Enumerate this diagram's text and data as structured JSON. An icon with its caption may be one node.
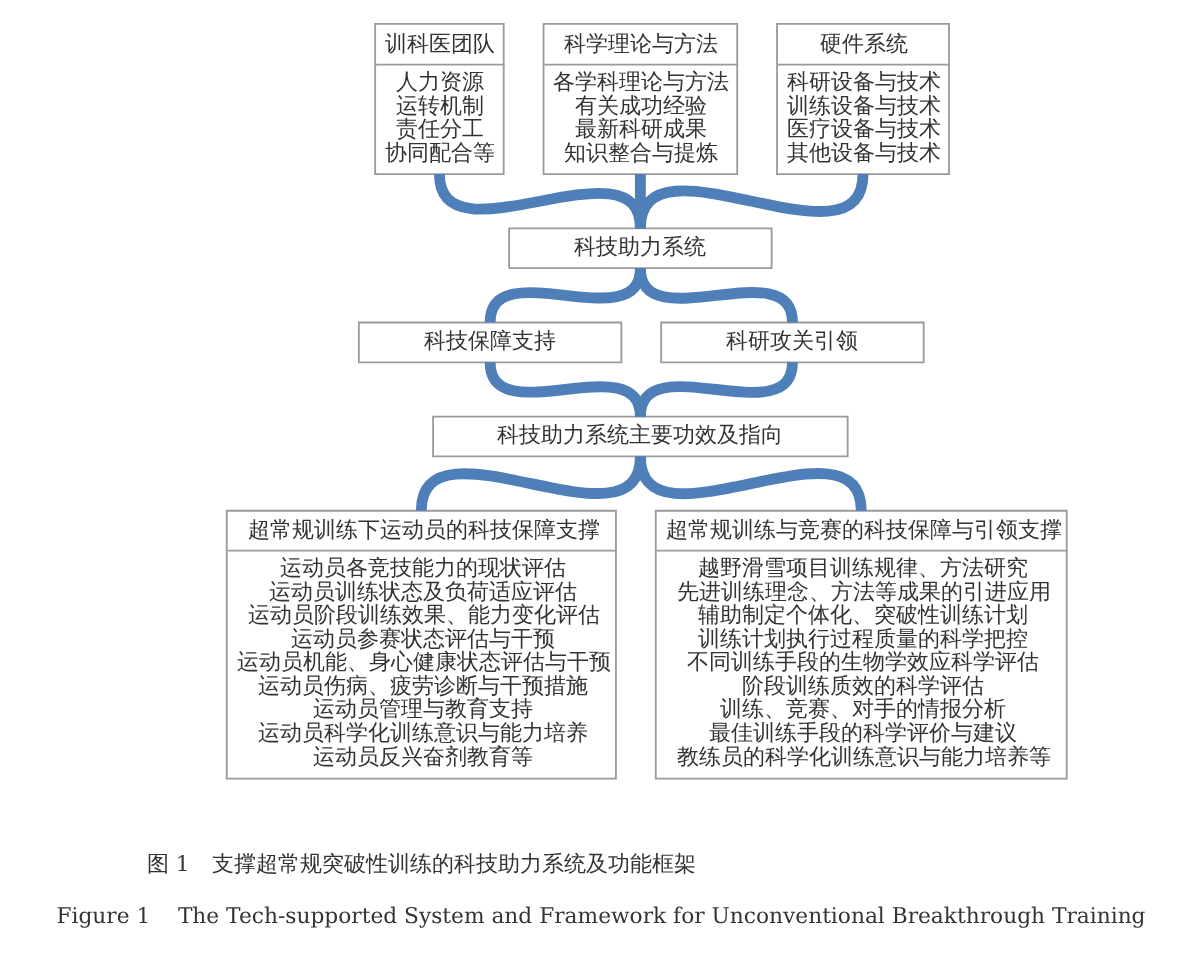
{
  "diagram": {
    "caption": "Figure 1    The Tech-supported System and Framework for Unconventional Breakthrough Training",
    "nodes": [
      {
        "text": [
          "训科医团队",
          "人力资源",
          "运转机制",
          "责任分工",
          "协同配合等"
        ]
      },
      {
        "text": [
          "科学理论与方法",
          "各学科理论与方法",
          "有关成功经验",
          "最新科研成果",
          "知识整合与提炼"
        ]
      },
      {
        "text": [
          "硬件系统",
          "科研设备与技术",
          "训练设备与技术",
          "医疗设备与技术",
          "其他设备与技术"
        ]
      },
      {
        "text": [
          "科技助力系统"
        ]
      },
      {
        "text": [
          "科技保障支持"
        ]
      },
      {
        "text": [
          "科研攻关引领"
        ]
      },
      {
        "text": [
          "科技助力系统主要功效及指向"
        ]
      },
      {
        "text": [
          "超常规训练下运动员的科技保障支撑",
          "运动员各竞技能力的现状评估",
          "运动员训练状态及负荷适应评估",
          "运动员阶段训练效果、能力变化评估",
          "运动员参赛状态评估与干预",
          "运动员机能、身心健康状态评估与干预",
          "运动员伤病、疲劳诊断与干预措施",
          "运动员管理与教育支持",
          "运动员科学化训练意识与能力培养",
          "运动员反兴奋剂教育等"
        ]
      },
      {
        "text": [
          "超常规训练与竞赛的科技保障与引领支撑",
          "越野滑雪项目训练规律、方法研究",
          "先进训练理念、方法等成果的引进应用",
          "辅助制定个体化、突破性训练计划",
          "训练计划执行过程质量的科学把控",
          "不同训练手段的生物学效应科学评估",
          "阶段训练质效的科学评估",
          "训练、竞赛、对手的情报分析",
          "最佳训练手段的科学评价与建议",
          "教练员的科学化训练意识与能力培养等"
        ]
      }
    ],
    "edges": [
      {
        "from": 0,
        "to": 3,
        "arrow": "none"
      },
      {
        "from": 1,
        "to": 3,
        "arrow": "none"
      },
      {
        "from": 2,
        "to": 3,
        "arrow": "none"
      },
      {
        "from": 3,
        "to": 4,
        "arrow": "none"
      },
      {
        "from": 3,
        "to": 5,
        "arrow": "none"
      },
      {
        "from": 4,
        "to": 6,
        "arrow": "none"
      },
      {
        "from": 5,
        "to": 6,
        "arrow": "none"
      },
      {
        "from": 6,
        "to": 7,
        "arrow": "none"
      },
      {
        "from": 6,
        "to": 8,
        "arrow": "none"
      }
    ],
    "labels": [
      "图 1　支撑超常规突破性训练的科技助力系统及功能框架"
    ]
  }
}
